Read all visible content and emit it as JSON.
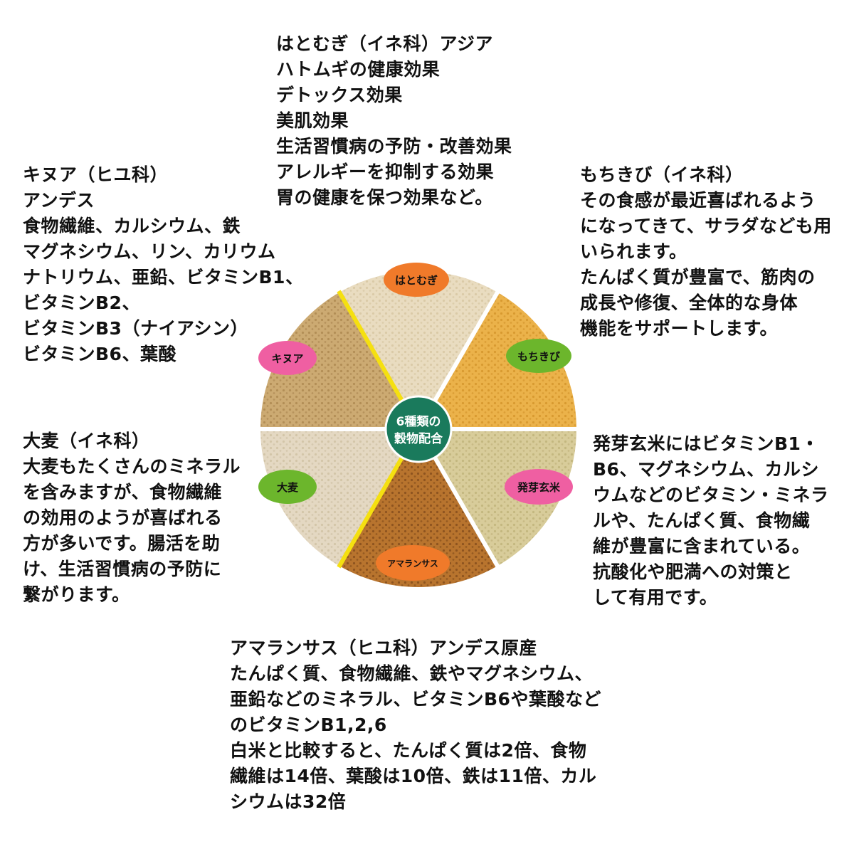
{
  "blocks": {
    "hatomugi": [
      "はとむぎ（イネ科）アジア",
      "ハトムギの健康効果",
      "デトックス効果",
      "美肌効果",
      "生活習慣病の予防・改善効果",
      "アレルギーを抑制する効果",
      "胃の健康を保つ効果など。"
    ],
    "quinoa": [
      "キヌア（ヒユ科）",
      "アンデス",
      "食物繊維、カルシウム、鉄",
      "マグネシウム、リン、カリウム",
      "ナトリウム、亜鉛、ビタミンB1、",
      "ビタミンB2、",
      "ビタミンB3（ナイアシン）",
      "ビタミンB6、葉酸"
    ],
    "mochikibi": [
      "もちきび（イネ科）",
      "その食感が最近喜ばれるよう",
      "になってきて、サラダなども用",
      "いられます。",
      "たんぱく質が豊富で、筋肉の",
      "成長や修復、全体的な身体",
      "機能をサポートします。"
    ],
    "barley": [
      "大麦（イネ科）",
      "大麦もたくさんのミネラル",
      "を含みますが、食物繊維",
      "の効用のようが喜ばれる",
      "方が多いです。腸活を助",
      "け、生活習慣病の予防に",
      "繋がります。"
    ],
    "brownrice": [
      "発芽玄米にはビタミンB1・",
      "B6、マグネシウム、カルシ",
      "ウムなどのビタミン・ミネラ",
      "ルや、たんぱく質、食物繊",
      "維が豊富に含まれている。",
      "抗酸化や肥満への対策と",
      "して有用です。"
    ],
    "amaranth": [
      "アマランサス（ヒユ科）アンデス原産",
      "たんぱく質、食物繊維、鉄やマグネシウム、",
      "亜鉛などのミネラル、ビタミンB6や葉酸など",
      "のビタミンB1,2,6",
      "白米と比較すると、たんぱく質は2倍、食物",
      "繊維は14倍、葉酸は10倍、鉄は11倍、カル",
      "シウムは32倍"
    ]
  },
  "wheel": {
    "center_label": [
      "6種類の",
      "穀物配合"
    ],
    "center_color": "#1a7a5c",
    "divider_color": "#ffffff",
    "divider_accent_color": "#f5e010",
    "segments": [
      {
        "key": "hatomugi",
        "tag": "はとむぎ",
        "tag_color": "#f07a2a",
        "grain_color": "#e9dcc0",
        "dot_color": "#cdbb92"
      },
      {
        "key": "mochikibi",
        "tag": "もちきび",
        "tag_color": "#6cb62c",
        "grain_color": "#ebb24a",
        "dot_color": "#c8861c"
      },
      {
        "key": "brownrice",
        "tag": "発芽玄米",
        "tag_color": "#ef5fa2",
        "grain_color": "#d8cc9a",
        "dot_color": "#b3a56a"
      },
      {
        "key": "amaranth",
        "tag": "アマランサス",
        "tag_color": "#f07a2a",
        "grain_color": "#b8742e",
        "dot_color": "#6b3a12"
      },
      {
        "key": "barley",
        "tag": "大麦",
        "tag_color": "#6cb62c",
        "grain_color": "#e4d8c2",
        "dot_color": "#c4b594"
      },
      {
        "key": "quinoa",
        "tag": "キヌア",
        "tag_color": "#ef5fa2",
        "grain_color": "#ccaa72",
        "dot_color": "#9c7640"
      }
    ]
  }
}
